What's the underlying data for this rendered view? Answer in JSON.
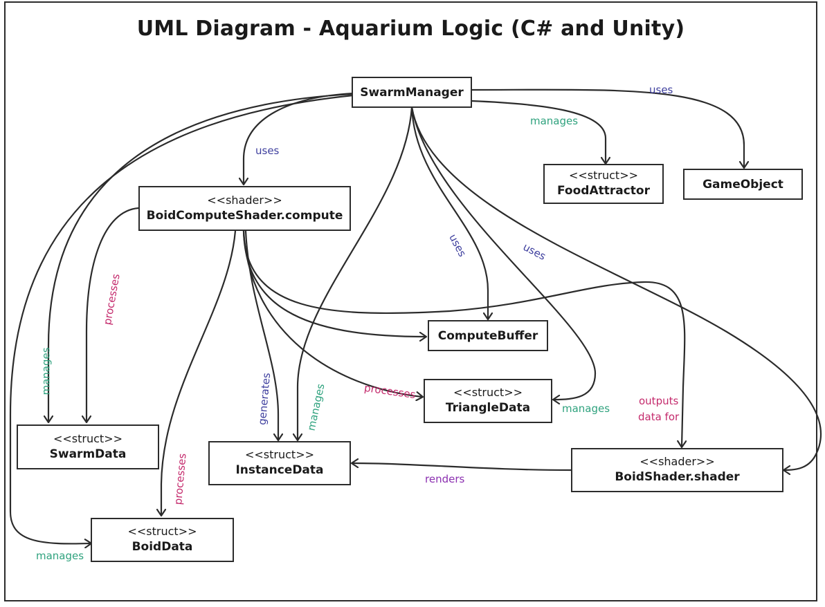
{
  "title": "UML Diagram - Aquarium Logic (C# and Unity)",
  "nodes": {
    "swarm_manager": {
      "stereotype": "",
      "name": "SwarmManager"
    },
    "boid_compute": {
      "stereotype": "<<shader>>",
      "name": "BoidComputeShader.compute"
    },
    "food_attractor": {
      "stereotype": "<<struct>>",
      "name": "FoodAttractor"
    },
    "game_object": {
      "stereotype": "",
      "name": "GameObject"
    },
    "compute_buffer": {
      "stereotype": "",
      "name": "ComputeBuffer"
    },
    "triangle_data": {
      "stereotype": "<<struct>>",
      "name": "TriangleData"
    },
    "swarm_data": {
      "stereotype": "<<struct>>",
      "name": "SwarmData"
    },
    "instance_data": {
      "stereotype": "<<struct>>",
      "name": "InstanceData"
    },
    "boid_shader": {
      "stereotype": "<<shader>>",
      "name": "BoidShader.shader"
    },
    "boid_data": {
      "stereotype": "<<struct>>",
      "name": "BoidData"
    }
  },
  "labels": {
    "uses_gameobject": "uses",
    "manages_food": "manages",
    "uses_compute": "uses",
    "uses_buffer": "uses",
    "uses_shader": "uses",
    "processes_swarm": "processes",
    "manages_swarm": "manages",
    "generates_instance": "generates",
    "manages_instance": "manages",
    "processes_triangle": "processes",
    "manages_triangle": "manages",
    "outputs_line1": "outputs",
    "outputs_line2": "data for",
    "renders": "renders",
    "processes_boid": "processes",
    "manages_boid": "manages"
  },
  "colors": {
    "uses": "#3e3f9e",
    "manages": "#2fa27e",
    "processes": "#c42a6c",
    "renders": "#8b2fb0",
    "line": "#2b2b2b"
  }
}
